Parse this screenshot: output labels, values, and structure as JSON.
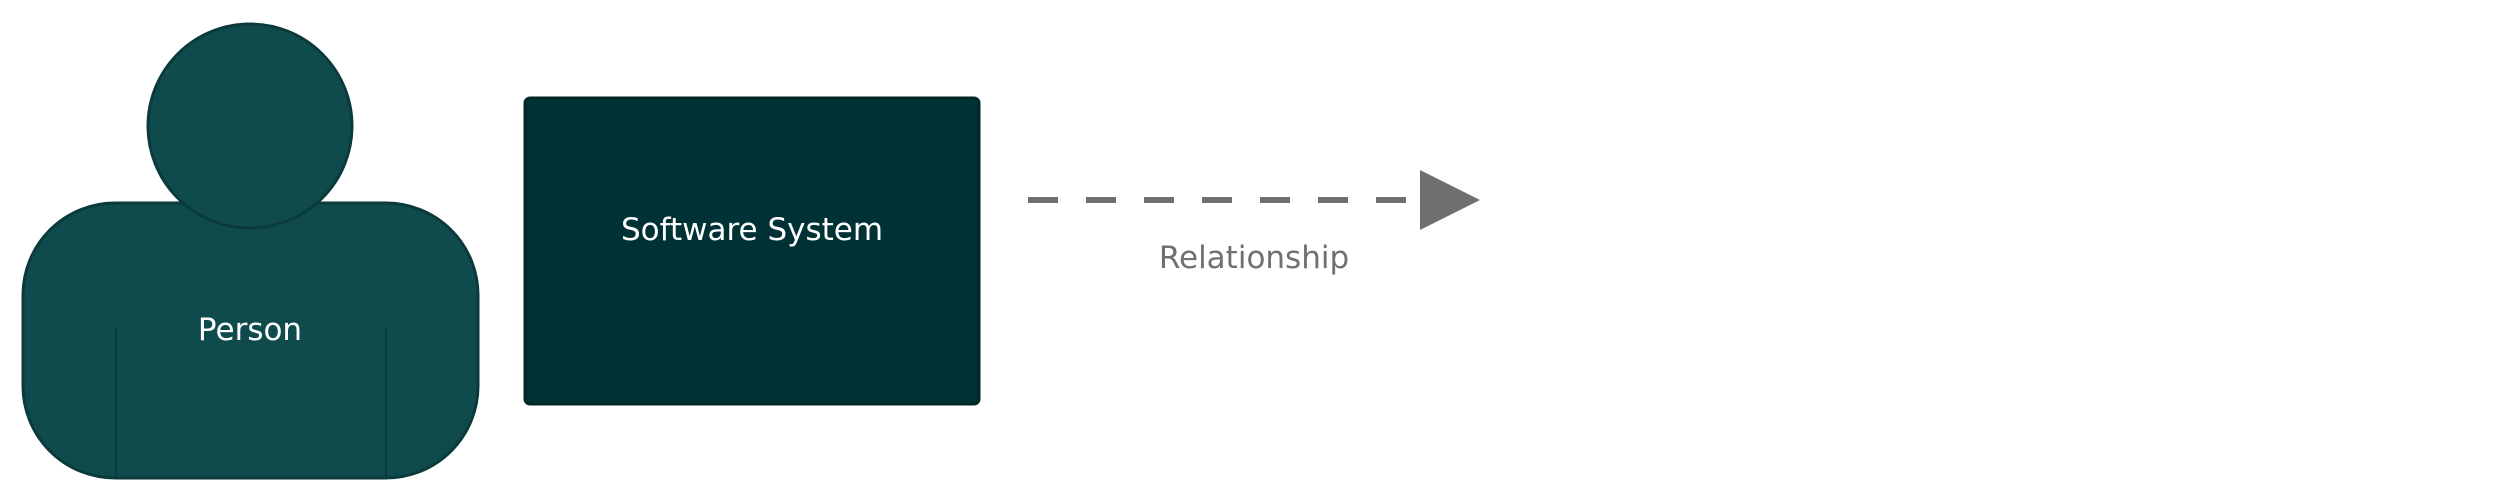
{
  "elements": {
    "person": {
      "label": "Person",
      "fill": "#0f4a4c",
      "stroke": "#0b3a3c",
      "text_color": "#ffffff"
    },
    "software_system": {
      "label": "Software System",
      "fill": "#003235",
      "stroke": "#00272a",
      "text_color": "#ffffff"
    },
    "relationship": {
      "label": "Relationship",
      "line_style": "dashed",
      "color": "#707070",
      "text_color": "#707070",
      "arrowhead": "filled-triangle"
    }
  }
}
